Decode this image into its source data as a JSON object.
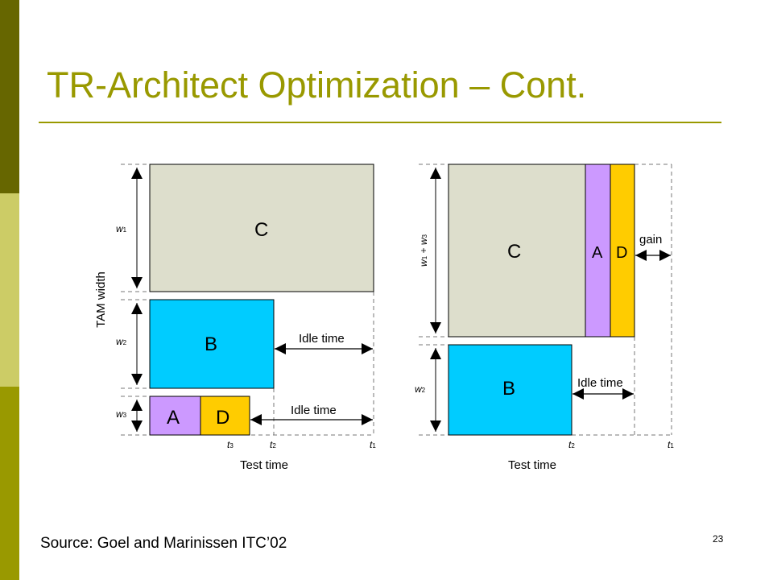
{
  "slide": {
    "title": "TR-Architect Optimization – Cont.",
    "source": "Source: Goel and Marinissen ITC’02",
    "page_number": "23"
  },
  "theme": {
    "accent": "#999900",
    "sidebar_colors": [
      "#666600",
      "#cccc66",
      "#999900"
    ]
  },
  "colors": {
    "core_C": "#dddecc",
    "core_B": "#00ccff",
    "core_A": "#cc99ff",
    "core_D": "#ffcc00"
  },
  "left_diagram": {
    "y_axis_label": "TAM width",
    "x_axis_label": "Test time",
    "width_labels": [
      {
        "base": "w",
        "sub": "1"
      },
      {
        "base": "w",
        "sub": "2"
      },
      {
        "base": "w",
        "sub": "3"
      }
    ],
    "time_labels": [
      {
        "base": "t",
        "sub": "3"
      },
      {
        "base": "t",
        "sub": "2"
      },
      {
        "base": "t",
        "sub": "1"
      }
    ],
    "blocks": {
      "C": "C",
      "B": "B",
      "A": "A",
      "D": "D"
    },
    "idle_1": "Idle time",
    "idle_2": "Idle time"
  },
  "right_diagram": {
    "x_axis_label": "Test time",
    "w13_label": {
      "w1": "w",
      "s1": "1",
      "plus": " + ",
      "w3": "w",
      "s3": "3"
    },
    "w2_label": {
      "base": "w",
      "sub": "2"
    },
    "time_labels": [
      {
        "base": "t",
        "sub": "2"
      },
      {
        "base": "t",
        "sub": "1"
      }
    ],
    "blocks": {
      "C": "C",
      "A": "A",
      "D": "D",
      "B": "B"
    },
    "gain": "gain",
    "idle": "Idle time"
  }
}
